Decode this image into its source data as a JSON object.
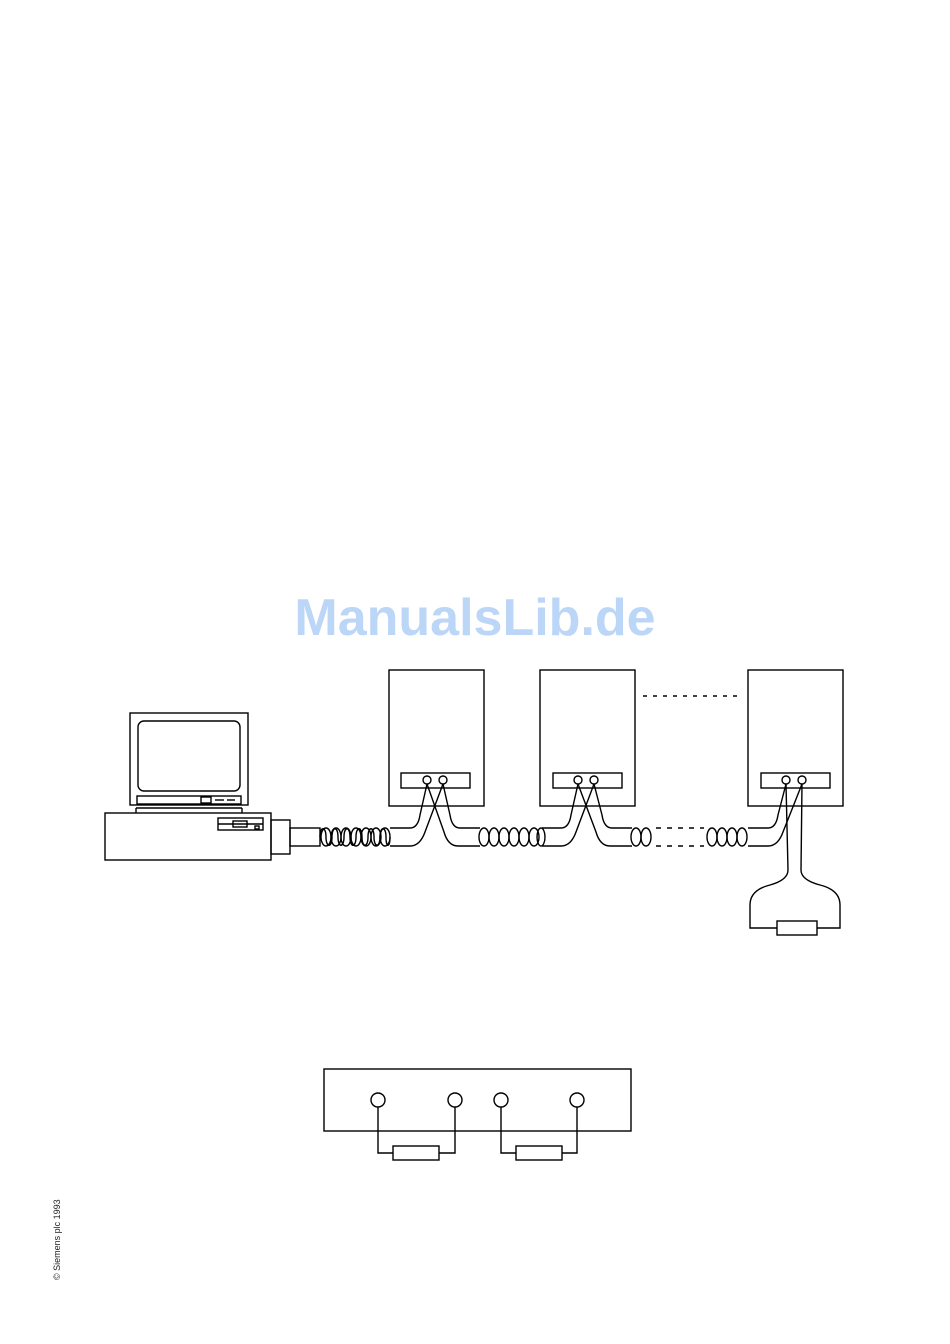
{
  "watermark": "ManualsLib.de",
  "copyright": "© Siemens plc 1993",
  "colors": {
    "line": "#000000",
    "watermark": "#bcd6f7",
    "background": "#ffffff"
  },
  "diagram": {
    "top_network": {
      "devices": [
        "computer",
        "station-1",
        "station-2",
        "station-n"
      ],
      "bus_cable": "twisted-pair",
      "terminating_resistor": true
    },
    "terminal_block": {
      "terminals": 4,
      "resistors": 2
    }
  }
}
